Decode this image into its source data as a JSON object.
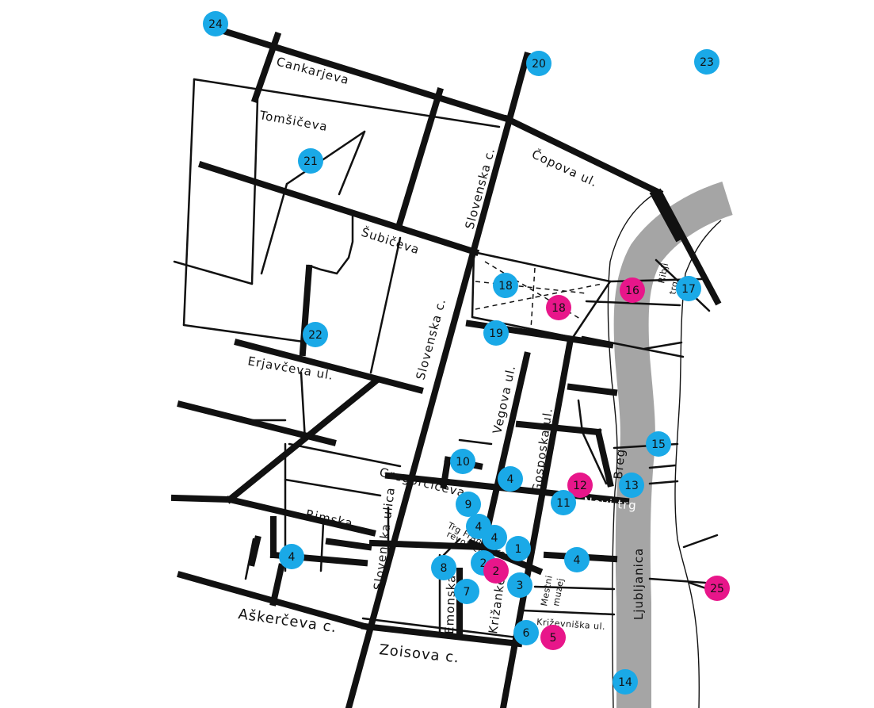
{
  "colors": {
    "blue": "#1aa9e7",
    "pink": "#e8168a",
    "river": "#a5a5a5",
    "road": "#111111"
  },
  "streets": {
    "cankarjeva": "Cankarjeva",
    "tomsiceva": "Tomšičeva",
    "subiceva": "Šubičeva",
    "copova": "Čopova ul.",
    "slovenska_c_top": "Slovenska c.",
    "slovenska_c_mid": "Slovenska c.",
    "erjavceva": "Erjavčeva ul.",
    "vegova": "Vegova ul.",
    "gosposka": "Gosposka ul.",
    "gregorciceva": "Gregorčičeva",
    "novi_trg": "Novi trg",
    "breg": "Breg",
    "ribji_trg_1": "Ribji",
    "ribji_trg_2": "trg",
    "rimska": "Rimska",
    "slovenska_ulica": "Slovenska ulica",
    "trg_francoske_1": "Trg Francoske",
    "trg_francoske_2": "revolucije",
    "emonska": "Emonska",
    "krizanke": "Križanke",
    "mestni_muzej_1": "Mestni",
    "mestni_muzej_2": "muzej",
    "krizevniska": "Križevniška ul.",
    "ljubljanica": "Ljubljanica",
    "askerceva": "Aškerčeva c.",
    "zoisova": "Zoisova c."
  },
  "markers": [
    {
      "id": "m24",
      "label": "24",
      "color": "blue"
    },
    {
      "id": "m20",
      "label": "20",
      "color": "blue"
    },
    {
      "id": "m23",
      "label": "23",
      "color": "blue"
    },
    {
      "id": "m21",
      "label": "21",
      "color": "blue"
    },
    {
      "id": "m18b",
      "label": "18",
      "color": "blue"
    },
    {
      "id": "m18p",
      "label": "18",
      "color": "pink"
    },
    {
      "id": "m16",
      "label": "16",
      "color": "pink"
    },
    {
      "id": "m17",
      "label": "17",
      "color": "blue"
    },
    {
      "id": "m19",
      "label": "19",
      "color": "blue"
    },
    {
      "id": "m22",
      "label": "22",
      "color": "blue"
    },
    {
      "id": "m15",
      "label": "15",
      "color": "blue"
    },
    {
      "id": "m10",
      "label": "10",
      "color": "blue"
    },
    {
      "id": "m4a",
      "label": "4",
      "color": "blue"
    },
    {
      "id": "m12",
      "label": "12",
      "color": "pink"
    },
    {
      "id": "m13",
      "label": "13",
      "color": "blue"
    },
    {
      "id": "m11",
      "label": "11",
      "color": "blue"
    },
    {
      "id": "m9",
      "label": "9",
      "color": "blue"
    },
    {
      "id": "m4b",
      "label": "4",
      "color": "blue"
    },
    {
      "id": "m4c",
      "label": "4",
      "color": "blue"
    },
    {
      "id": "m1",
      "label": "1",
      "color": "blue"
    },
    {
      "id": "m4d",
      "label": "4",
      "color": "blue"
    },
    {
      "id": "m4e",
      "label": "4",
      "color": "blue"
    },
    {
      "id": "m8",
      "label": "8",
      "color": "blue"
    },
    {
      "id": "m2b",
      "label": "2",
      "color": "blue"
    },
    {
      "id": "m2p",
      "label": "2",
      "color": "pink"
    },
    {
      "id": "m3",
      "label": "3",
      "color": "blue"
    },
    {
      "id": "m7",
      "label": "7",
      "color": "blue"
    },
    {
      "id": "m25",
      "label": "25",
      "color": "pink"
    },
    {
      "id": "m6",
      "label": "6",
      "color": "blue"
    },
    {
      "id": "m5",
      "label": "5",
      "color": "pink"
    },
    {
      "id": "m14",
      "label": "14",
      "color": "blue"
    }
  ]
}
